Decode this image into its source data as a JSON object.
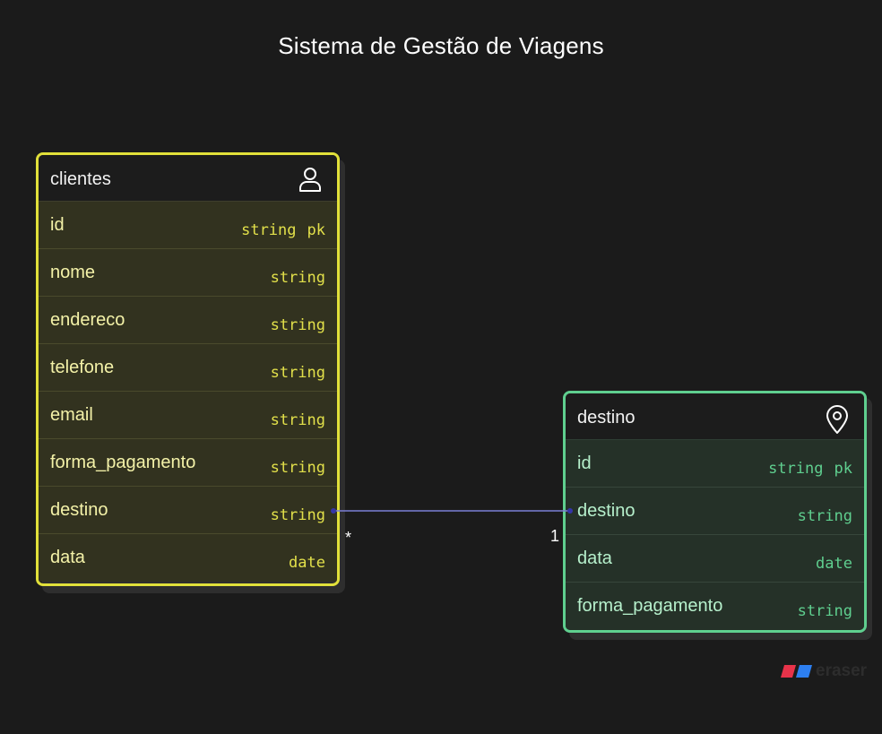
{
  "title": "Sistema de Gestão de Viagens",
  "tables": {
    "clientes": {
      "name": "clientes",
      "icon": "user-icon",
      "color": "#e1e03a",
      "fields": [
        {
          "name": "id",
          "type": "string",
          "key": "pk"
        },
        {
          "name": "nome",
          "type": "string"
        },
        {
          "name": "endereco",
          "type": "string"
        },
        {
          "name": "telefone",
          "type": "string"
        },
        {
          "name": "email",
          "type": "string"
        },
        {
          "name": "forma_pagamento",
          "type": "string"
        },
        {
          "name": "destino",
          "type": "string"
        },
        {
          "name": "data",
          "type": "date"
        }
      ]
    },
    "destino": {
      "name": "destino",
      "icon": "map-pin-icon",
      "color": "#5fcf8f",
      "fields": [
        {
          "name": "id",
          "type": "string",
          "key": "pk"
        },
        {
          "name": "destino",
          "type": "string"
        },
        {
          "name": "data",
          "type": "date"
        },
        {
          "name": "forma_pagamento",
          "type": "string"
        }
      ]
    }
  },
  "relationship": {
    "from": "clientes.destino",
    "to": "destino.destino",
    "from_cardinality": "*",
    "to_cardinality": "1",
    "color": "#7b7fd6"
  },
  "branding": {
    "logo_text": "eraser"
  }
}
